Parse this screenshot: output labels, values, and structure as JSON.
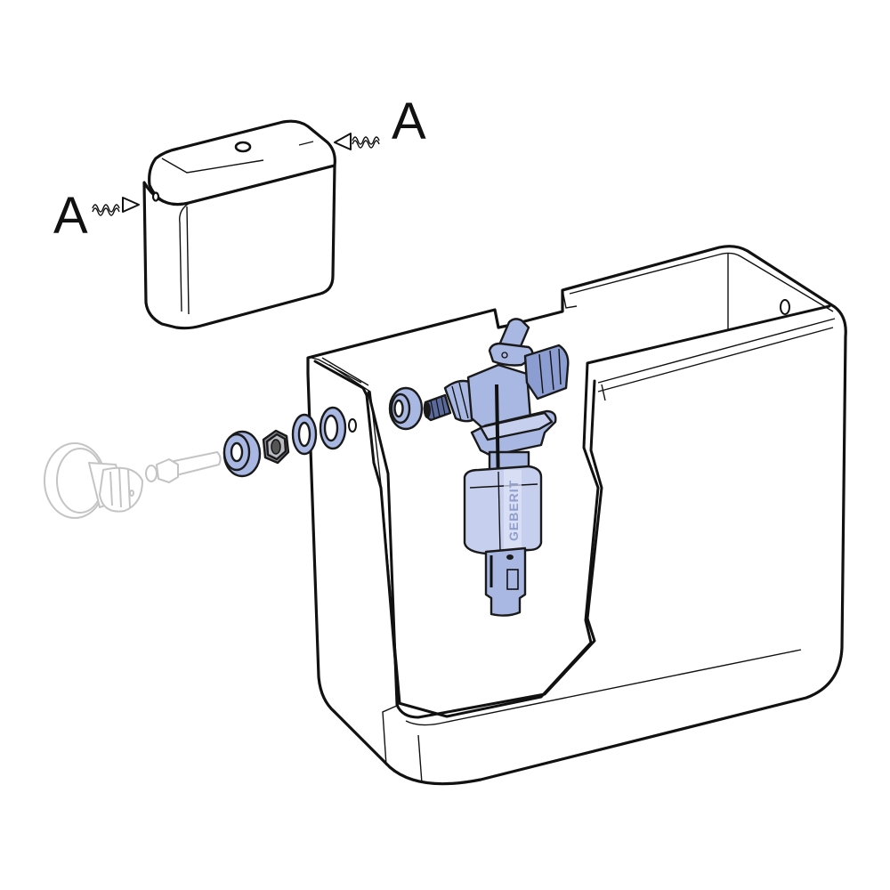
{
  "diagram": {
    "title": "Cistern lid removal and fill valve installation (exploded view)",
    "labels": {
      "arrow_left": "A",
      "arrow_right": "A"
    },
    "brand_on_float": "GEBERIT",
    "colors": {
      "line": "#111111",
      "part_fill": "#a9b8e2",
      "part_fill_light": "#c6d0ee",
      "part_shadow": "#7e90c8",
      "ghost_line": "#c4c4c4",
      "background": "#ffffff"
    },
    "components": [
      {
        "id": "cistern-lid",
        "name": "Cistern lid"
      },
      {
        "id": "cistern-body",
        "name": "Cistern body"
      },
      {
        "id": "fill-valve",
        "name": "Fill valve with float"
      },
      {
        "id": "seal-inner",
        "name": "Inner seal washer"
      },
      {
        "id": "flat-washer-1",
        "name": "Flat washer"
      },
      {
        "id": "flat-washer-2",
        "name": "Flat washer"
      },
      {
        "id": "lock-nut",
        "name": "Hex lock nut"
      },
      {
        "id": "cone-washer",
        "name": "Cone washer"
      },
      {
        "id": "connection-pipe",
        "name": "Connection pipe (ghost)"
      },
      {
        "id": "angle-valve",
        "name": "Angle stop valve (ghost)"
      }
    ]
  }
}
